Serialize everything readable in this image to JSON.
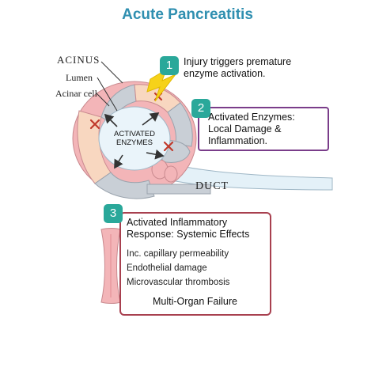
{
  "title": "Acute Pancreatitis",
  "anatomy": {
    "acinus": "ACINUS",
    "lumen": "Lumen",
    "acinar_cell": "Acinar cell",
    "duct": "DUCT",
    "center_line1": "ACTIVATED",
    "center_line2": "ENZYMES"
  },
  "steps": [
    {
      "number": "1",
      "line1": "Injury triggers premature",
      "line2": "enzyme activation."
    },
    {
      "number": "2",
      "line1": "Activated Enzymes:",
      "line2": "Local Damage &",
      "line3": "Inflammation."
    },
    {
      "number": "3",
      "line1": "Activated Inflammatory",
      "line2": "Response: Systemic Effects"
    }
  ],
  "systemic_effects": [
    "Inc. capillary permeability",
    "Endothelial damage",
    "Microvascular thrombosis"
  ],
  "outcome": "Multi-Organ Failure",
  "colors": {
    "title": "#2f8fb0",
    "badge_teal": "#2aa89a",
    "step2_border": "#7a3d8a",
    "step3_border": "#a8404f",
    "cell_pink": "#f3b5b8",
    "cell_peach": "#f8d7c0",
    "cell_gray": "#c9cfd6",
    "duct_blue": "#e4f1f8",
    "lightning": "#f6d21a"
  }
}
